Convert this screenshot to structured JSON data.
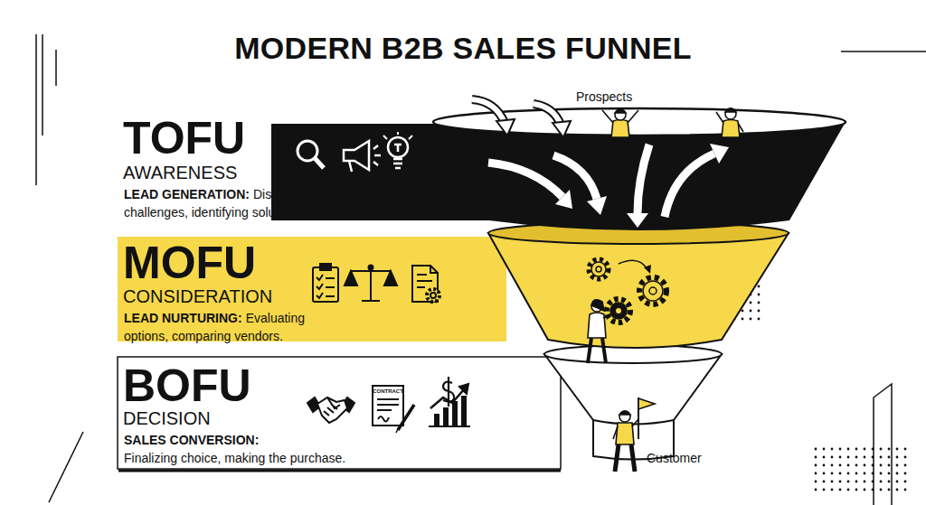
{
  "diagram": {
    "title": "MODERN B2B SALES FUNNEL",
    "nodes": [
      {
        "text": [
          "TOFU",
          "AWARENESS",
          "LEAD GENERATION:",
          "Discovering challenges, identifying solutions."
        ]
      },
      {
        "text": [
          "MOFU",
          "CONSIDERATION",
          "LEAD NURTURING:",
          "Evaluating options, comparing vendors."
        ]
      },
      {
        "text": [
          "BOFU",
          "DECISION",
          "SALES CONVERSION:",
          "Finalizing choice, making the purchase."
        ]
      }
    ],
    "labels": [
      "Prospects",
      "CONTRACT",
      "Customer"
    ]
  }
}
